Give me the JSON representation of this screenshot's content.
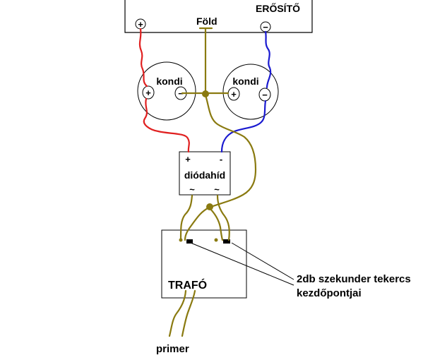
{
  "amplifier": {
    "title": "ERŐSÍTŐ",
    "ground_label": "Föld",
    "plus_symbol": "+",
    "minus_symbol": "−"
  },
  "capacitors": [
    {
      "label": "kondi",
      "plus_symbol": "+",
      "minus_symbol": "−"
    },
    {
      "label": "kondi",
      "plus_symbol": "+",
      "minus_symbol": "−"
    }
  ],
  "bridge": {
    "title": "diódahíd",
    "plus_symbol": "+",
    "minus_symbol": "-",
    "ac_left": "~",
    "ac_right": "~"
  },
  "transformer": {
    "title": "TRAFÓ",
    "primary_label": "primer"
  },
  "annotation": {
    "line1": "2db szekunder tekercs",
    "line2": "kezdőpontjai"
  },
  "colors": {
    "positive_wire": "#e02020",
    "negative_wire": "#1a1ad0",
    "ground_wire": "#8a7a10",
    "outline": "#000000"
  }
}
